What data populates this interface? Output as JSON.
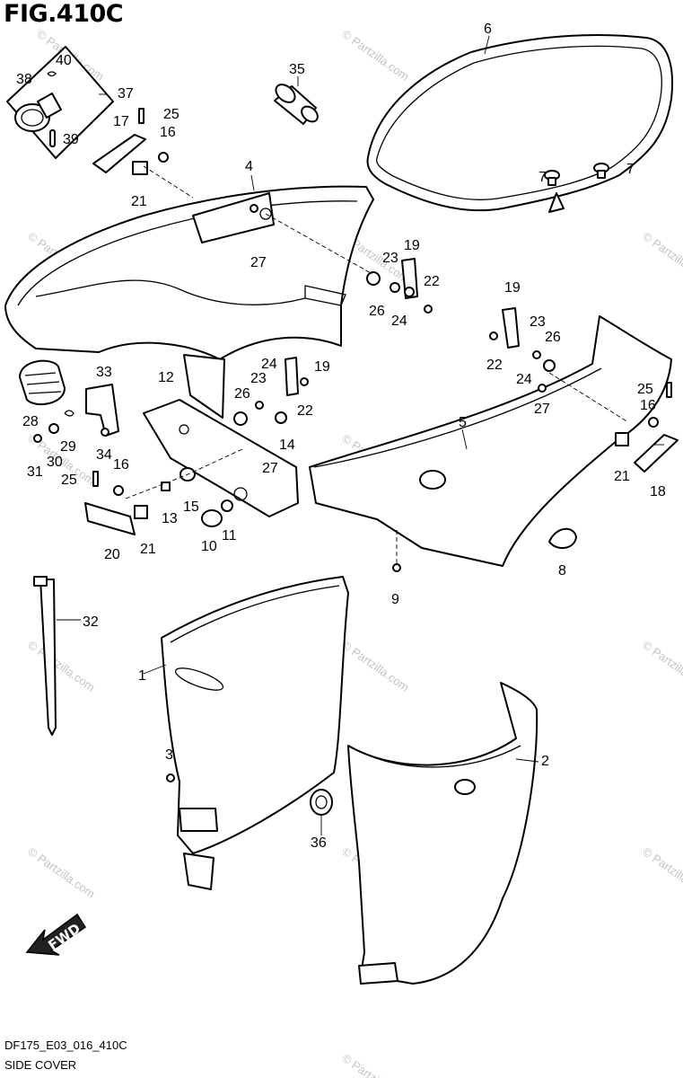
{
  "figure": {
    "title": "FIG.410C",
    "model_code": "DF175_E03_016_410C",
    "section_name": "SIDE COVER"
  },
  "watermark": {
    "text": "© Partzilla.com"
  },
  "fwd_label": "FWD",
  "callouts": [
    "1",
    "2",
    "3",
    "4",
    "5",
    "6",
    "7",
    "8",
    "9",
    "10",
    "11",
    "12",
    "13",
    "14",
    "15",
    "16",
    "17",
    "18",
    "19",
    "20",
    "21",
    "22",
    "23",
    "24",
    "25",
    "26",
    "27",
    "28",
    "29",
    "30",
    "31",
    "32",
    "33",
    "34",
    "35",
    "36",
    "37",
    "38",
    "39",
    "40"
  ],
  "icons": {
    "fwd_arrow": "fwd-arrow-icon"
  }
}
